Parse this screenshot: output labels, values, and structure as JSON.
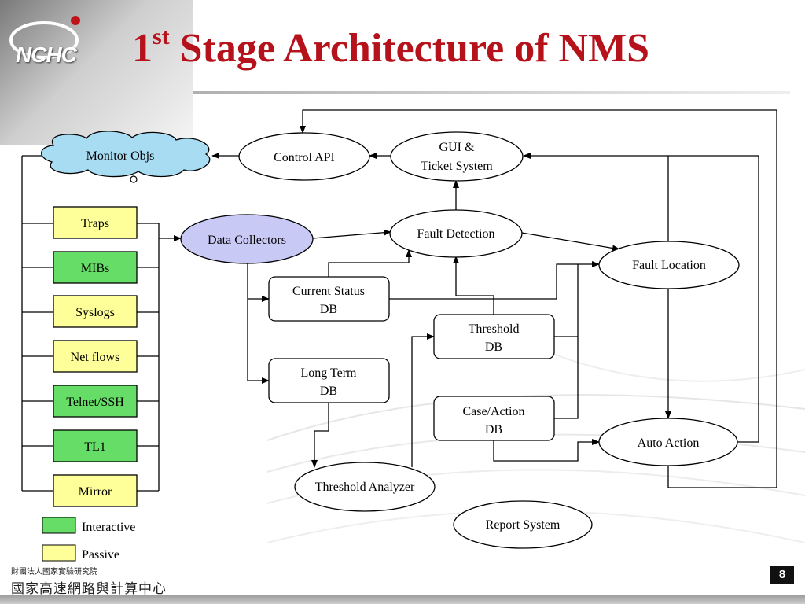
{
  "slide": {
    "title_main": "1",
    "title_sup": "st",
    "title_rest": " Stage Architecture of NMS",
    "logo": "NCHC",
    "org_small": "財團法人國家實驗研究院",
    "org_big": "國家高速網路與計算中心",
    "page_number": "8"
  },
  "nodes": {
    "monitor_objs": "Monitor Objs",
    "control_api": "Control API",
    "gui_1": "GUI &",
    "gui_2": "Ticket System",
    "data_collectors": "Data Collectors",
    "fault_detection": "Fault Detection",
    "fault_location": "Fault Location",
    "current_status_1": "Current Status",
    "current_status_2": "DB",
    "threshold_db_1": "Threshold",
    "threshold_db_2": "DB",
    "long_term_1": "Long Term",
    "long_term_2": "DB",
    "case_action_1": "Case/Action",
    "case_action_2": "DB",
    "auto_action": "Auto Action",
    "threshold_analyzer": "Threshold Analyzer",
    "report_system": "Report System"
  },
  "sources": {
    "traps": "Traps",
    "mibs": "MIBs",
    "syslogs": "Syslogs",
    "net_flows": "Net flows",
    "telnet_ssh": "Telnet/SSH",
    "tl1": "TL1",
    "mirror": "Mirror"
  },
  "legend": {
    "interactive": "Interactive",
    "passive": "Passive"
  },
  "colors": {
    "title": "#b5121b",
    "interactive": "#66dd66",
    "passive": "#ffff99",
    "cloud": "#a7dcf3",
    "data_collectors": "#c9c9f5"
  }
}
